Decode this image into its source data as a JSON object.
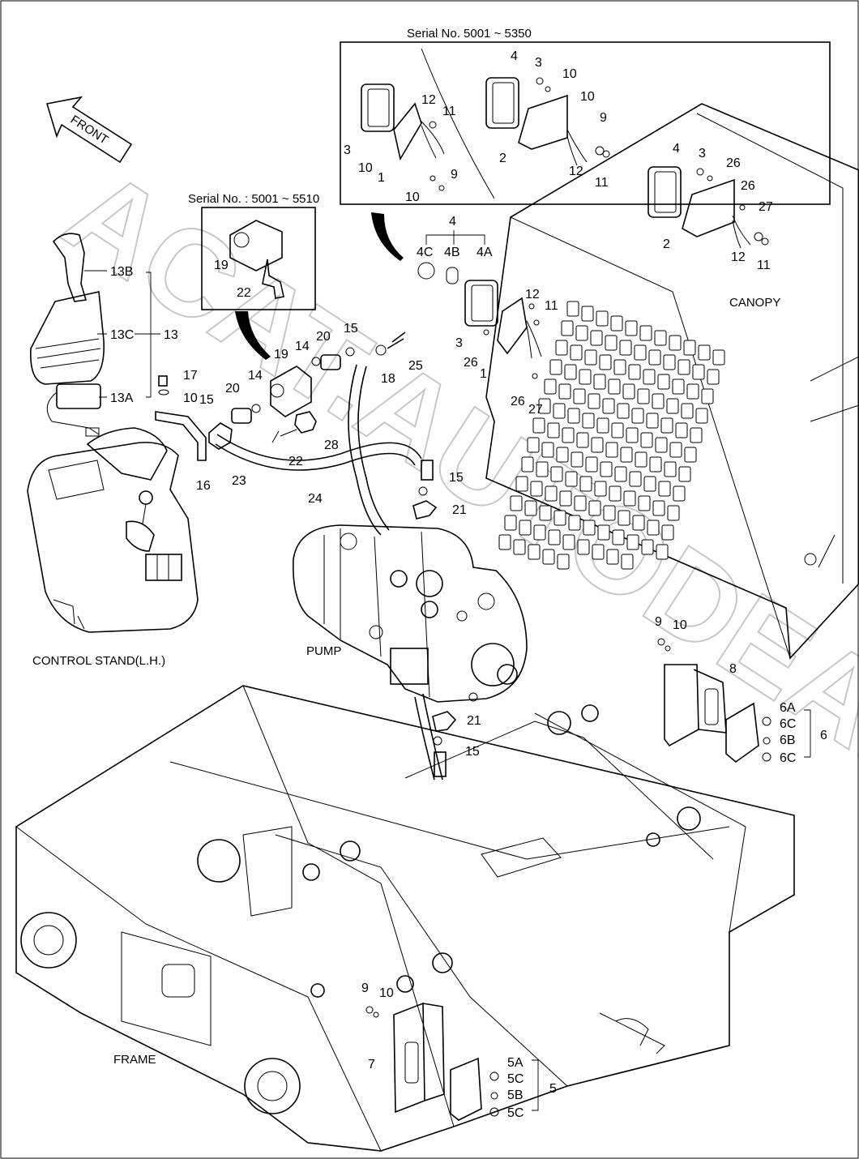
{
  "boxes": {
    "top_serial": "Serial No. 5001 ~ 5350",
    "left_serial": "Serial No. : 5001 ~ 5510"
  },
  "arrow": {
    "front": "FRONT"
  },
  "captions": {
    "canopy": "CANOPY",
    "pump": "PUMP",
    "control_stand": "CONTROL STAND(L.H.)",
    "frame": "FRAME"
  },
  "watermark": "ACAT.AUTODEALER.RU",
  "callouts": {
    "joystick": [
      "13B",
      "13C",
      "13",
      "13A",
      "17",
      "10",
      "16"
    ],
    "topbox_a": [
      "3",
      "10",
      "1",
      "10",
      "9",
      "12",
      "11"
    ],
    "topbox_b": [
      "4",
      "3",
      "10",
      "10",
      "9",
      "2",
      "12",
      "11"
    ],
    "canopy_lamp": [
      "4",
      "3",
      "26",
      "26",
      "27",
      "2",
      "12",
      "11"
    ],
    "leftbox": [
      "19",
      "22"
    ],
    "hoses": [
      "20",
      "15",
      "14",
      "19",
      "18",
      "25",
      "20",
      "15",
      "14",
      "28",
      "22",
      "23",
      "24"
    ],
    "lamp4": [
      "4",
      "4C",
      "4B",
      "4A"
    ],
    "lamp4_mount": [
      "12",
      "11",
      "3",
      "26",
      "1",
      "26",
      "27"
    ],
    "pump_fittings": [
      "15",
      "21",
      "21",
      "15"
    ],
    "right_lamp": [
      "9",
      "10",
      "8",
      "6A",
      "6C",
      "6B",
      "6C",
      "6"
    ],
    "lower_lamp": [
      "9",
      "10",
      "7",
      "5A",
      "5C",
      "5B",
      "5C",
      "5"
    ]
  }
}
